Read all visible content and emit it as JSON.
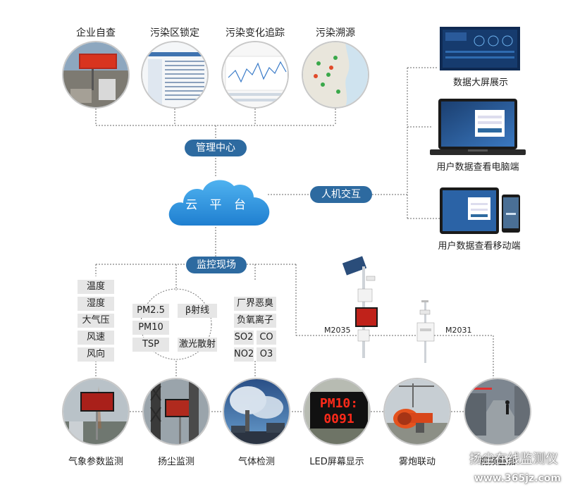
{
  "top_items": [
    {
      "label": "企业自查"
    },
    {
      "label": "污染区锁定"
    },
    {
      "label": "污染变化追踪"
    },
    {
      "label": "污染溯源"
    }
  ],
  "center": {
    "management": "管理中心",
    "cloud": "云 平 台",
    "interaction": "人机交互",
    "monitoring": "监控现场"
  },
  "devices": [
    {
      "label": "数据大屏展示"
    },
    {
      "label": "用户数据查看电脑端"
    },
    {
      "label": "用户数据查看移动端"
    }
  ],
  "weather_params": [
    "温度",
    "湿度",
    "大气压",
    "风速",
    "风向"
  ],
  "dust_params": {
    "pm25": "PM2.5",
    "beta": "β射线",
    "pm10": "PM10",
    "tsp": "TSP",
    "laser": "激光散射"
  },
  "gas_params": {
    "odor": "厂界恶臭",
    "ion": "负氧离子",
    "so2": "SO2",
    "co": "CO",
    "no2": "NO2",
    "o3": "O3"
  },
  "models": [
    "M2035",
    "M2031"
  ],
  "led_text": {
    "line1": "PM10:",
    "line2": "0091"
  },
  "bottom_items": [
    {
      "label": "气象参数监测"
    },
    {
      "label": "扬尘监测"
    },
    {
      "label": "气体检测"
    },
    {
      "label": "LED屏幕显示"
    },
    {
      "label": "雾炮联动"
    },
    {
      "label": "视频叠加"
    }
  ],
  "watermark": {
    "text": "扬尘在线监测仪",
    "url": "www.365jz.com"
  },
  "colors": {
    "accent": "#2d6aa0",
    "cloud": "#2a8fdc",
    "line": "#555555"
  }
}
